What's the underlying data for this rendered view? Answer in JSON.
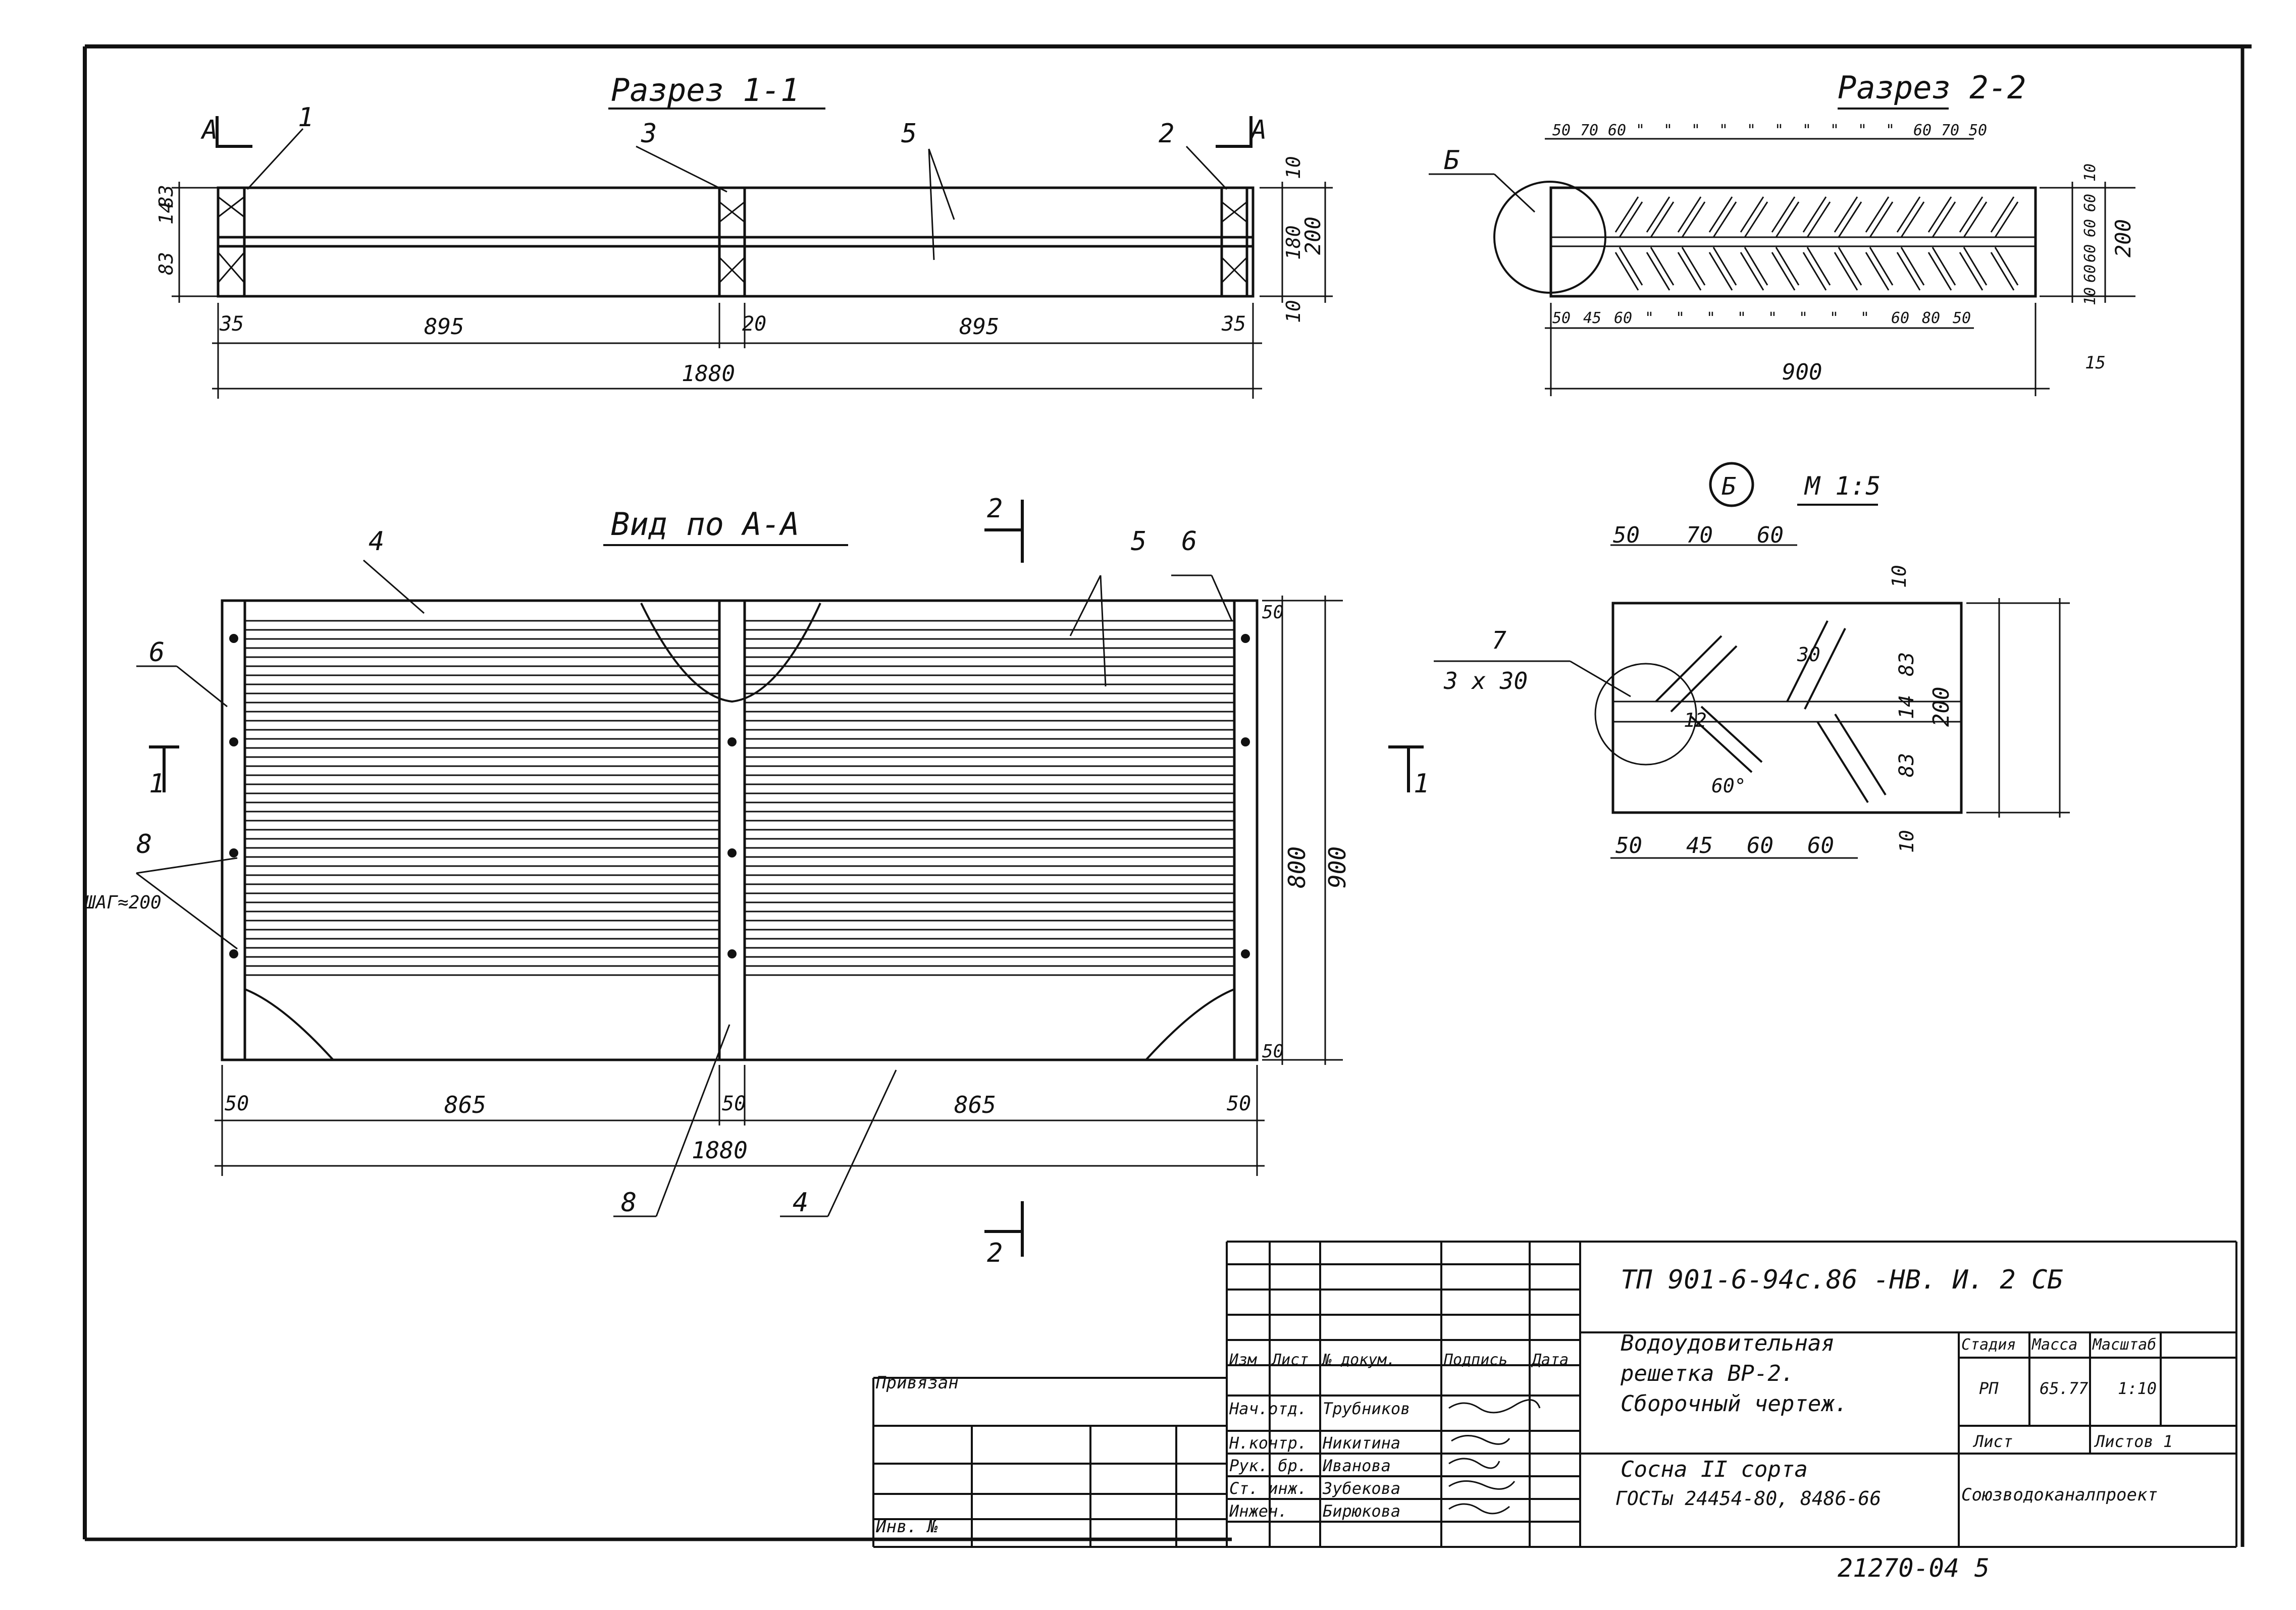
{
  "section11": {
    "title": "Разрез 1-1",
    "view_marks": [
      "А",
      "А"
    ],
    "pos": [
      "1",
      "3",
      "5",
      "2"
    ],
    "left_dims": [
      "83",
      "14",
      "83"
    ],
    "right_dims": [
      "10",
      "180",
      "200",
      "10"
    ],
    "bottom_dims": [
      "35",
      "895",
      "20",
      "895",
      "35"
    ],
    "total": "1880"
  },
  "section22": {
    "title": "Разрез 2-2",
    "callout": "Б",
    "top_dims": [
      "50",
      "70",
      "60",
      "\"",
      "\"",
      "\"",
      "\"",
      "\"",
      "\"",
      "\"",
      "\"",
      "\"",
      "\"",
      "60",
      "70",
      "50"
    ],
    "right_dims": [
      "10",
      "60",
      "60",
      "200",
      "60",
      "60",
      "10"
    ],
    "bottom_dims": [
      "50",
      "45",
      "60",
      "\"",
      "\"",
      "\"",
      "\"",
      "\"",
      "\"",
      "\"",
      "\"",
      "60",
      "80",
      "50"
    ],
    "extra": "15",
    "total": "900"
  },
  "viewAA": {
    "title": "Вид по А-А",
    "section_mark_num": "2",
    "pos": [
      "4",
      "5",
      "6",
      "6",
      "8",
      "8",
      "4"
    ],
    "step": "ШАГ≈200",
    "right_dims": [
      "50",
      "800",
      "900",
      "50"
    ],
    "bottom_dims": [
      "50",
      "865",
      "50",
      "865",
      "50"
    ],
    "total": "1880",
    "section_mark_left": "1",
    "section_mark_right": "1"
  },
  "detailB": {
    "callout": "Б",
    "scale": "М 1:5",
    "top_dims": [
      "50",
      "70",
      "60"
    ],
    "bottom_dims": [
      "50",
      "45",
      "60",
      "60"
    ],
    "right_dims": [
      "10",
      "83",
      "14",
      "200",
      "83",
      "10"
    ],
    "inner": [
      "12",
      "60°",
      "30"
    ],
    "pos7": "7",
    "pos7_size": "3 x 30"
  },
  "titleblock": {
    "code": "ТП 901-6-94с.86 -НВ. И. 2 СБ",
    "heads": [
      "Изм",
      "Лист",
      "№ докум.",
      "Подпись",
      "Дата"
    ],
    "roles": [
      "Нач.отд.",
      "Н.контр.",
      "Рук. бр.",
      "Ст. инж.",
      "Инжен."
    ],
    "names": [
      "Трубников",
      "Никитина",
      "Иванова",
      "Зубекова",
      "Бирюкова"
    ],
    "title_lines": [
      "Водоудовительная",
      "решетка ВР-2.",
      "Сборочный чертеж."
    ],
    "material_lines": [
      "Сосна II сорта",
      "ГОСТы 24454-80, 8486-66"
    ],
    "stage_label": "Стадия",
    "mass_label": "Масса",
    "scale_label": "Масштаб",
    "stage": "РП",
    "mass": "65.77",
    "scale": "1:10",
    "sheet_label": "Лист",
    "sheets_label": "Листов 1",
    "org": "Союзводоканалпроект",
    "privyazan": "Привязан",
    "inv": "Инв. №",
    "drawing_number": "21270-04 5"
  }
}
